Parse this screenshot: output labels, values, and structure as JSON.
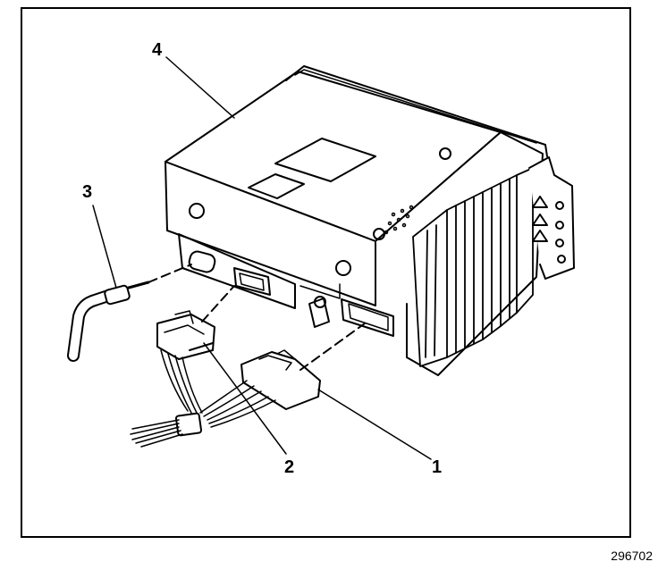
{
  "figure": {
    "id": "296702"
  },
  "callouts": [
    {
      "label": "4",
      "part": "radio-chassis"
    },
    {
      "label": "3",
      "part": "antenna-lead-in"
    },
    {
      "label": "2",
      "part": "small-harness-connector"
    },
    {
      "label": "1",
      "part": "large-harness-connector"
    }
  ],
  "colors": {
    "ink": "#000000",
    "paper": "#ffffff"
  }
}
